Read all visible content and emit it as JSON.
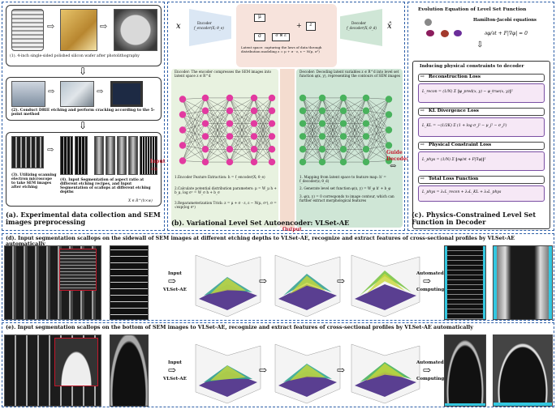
{
  "panel_a": {
    "step1": "(1). 4-inch single-sided polished silicon wafer after photolithography",
    "step2": "(2). Conduct DRIE etching and perform cracking according to the 5-point method",
    "step3": "(3). Utilizing scanning electron microscope to take SEM images after etching",
    "step4": "(4). Input Segmentation of aspect ratio at different etching recipes, and Input Segmentation of scallops at different etching depths",
    "step4_math": "X ∈ R^(h×w)",
    "caption": "(a). Experimental data collection and SEM images preprocessing"
  },
  "panel_b": {
    "x_in": "x",
    "x_out": "x̂",
    "encoder_label": "Encoder",
    "encoder_fn": "f_encoder(X; θ_e)",
    "decoder_label": "Decoder",
    "decoder_fn": "f_decoder(X; θ_d)",
    "mu": "μ",
    "sigma": "σ",
    "times_eps": "σ ⊗ ε",
    "plus": "+",
    "z": "z",
    "latent_text": "Latent space: capturing the laws of data through distribution modeling z = μ + σ · ε, ε ∼ N(μ, σ²)",
    "encoder_desc": "Encoder: The encoder compresses the SEM images into latent space z ∈ R^d",
    "decoder_desc": "Decoder: Decoding latent variables z ∈ R^d into level set function φ(x, y), representing the contours of SEM images",
    "enc_steps": [
      "1.Encoder Feature Extraction: h = f_encoder(X; θ_e)",
      "2.Calculate potential distribution parameters: μ = W_μ h + b_μ, log σ² = W_σ h + b_σ",
      "3.Reparameterization Trick: z = μ + σ · ε, ε ∼ N(μ, σ²), σ = √exp(log σ²)"
    ],
    "dec_steps": [
      "1. Mapping from latent space to feature map: h' = f_decoder(z; θ_d)",
      "2. Generate level set function φ(x, y) = W_φ h' + b_φ",
      "3. φ(x, y) = 0 corresponds to image contour, which can further extract morphological features"
    ],
    "input_tag": "Input",
    "output_tag": "Output",
    "guide_tag": "Guide",
    "decoder_tag": "Decoder",
    "caption": "(b). Variational Level Set Autoencoder: VLSet-AE"
  },
  "panel_c": {
    "title": "Evolution Equation of Level Set Function",
    "hj": "Hamilton-Jacobi equations",
    "hj_eq": "∂φ/∂t + F|∇φ| = 0",
    "inducing": "Inducing physical constraints to decoder",
    "losses": [
      {
        "name": "Reconstruction Loss",
        "eq": "L_recon = (1/N) Σ ‖φ_pred(x, y) − φ_true(x, y)‖²"
      },
      {
        "name": "KL Divergence Loss",
        "eq": "L_KL = −(1/2K) Σ (1 + log σ_j² − μ_j² − σ_j²)"
      },
      {
        "name": "Physical Constraint Loss",
        "eq": "L_phys = (1/N) Σ ‖∂φ/∂t + F|∇φ|‖²"
      },
      {
        "name": "Total Loss Function",
        "eq": "L_phys = λ₁L_recon + λ₂L_KL + λ₃L_phys"
      }
    ],
    "caption": "(c). Physics-Constrained Level Set Function in Decoder"
  },
  "panel_d": {
    "caption": "(d). Input segmentation scallops on the sidewall of SEM images at different etching depths to VLSet-AE, recognize and extract features of cross-sectional profiles by VLSet-AE automatically",
    "input_label": "Input",
    "model_label": "VLSet-AE",
    "auto_label": "Automated",
    "computing_label": "Computing"
  },
  "panel_e": {
    "caption": "(e). Input segmentation scallops on the bottom of SEM images to VLSet-AE, recognize and extract features of cross-sectional profiles by VLSet-AE automatically",
    "input_label": "Input",
    "model_label": "VLSet-AE",
    "auto_label": "Automated",
    "computing_label": "Computing"
  },
  "colors": {
    "panel_border": "#2d5fa8",
    "encoder_fill": "#e8f2e0",
    "decoder_fill": "#cfe6d6",
    "latent_fill": "#f7e3dc",
    "node_pink": "#e23aa0",
    "node_green": "#49b25d",
    "loss_fill": "#f6e8f6",
    "arrow_red": "#c2172b"
  }
}
